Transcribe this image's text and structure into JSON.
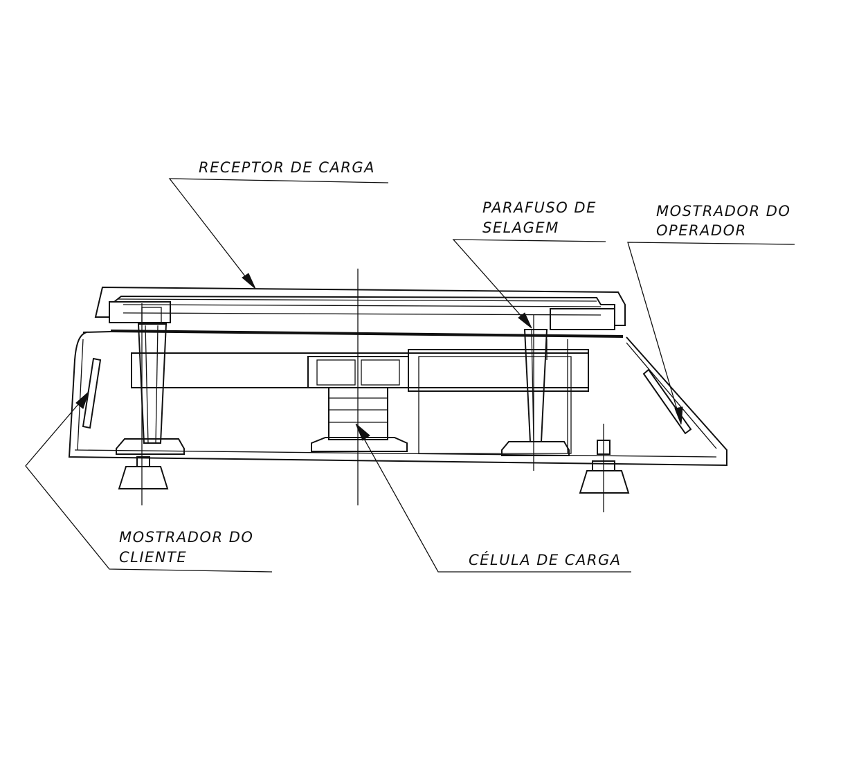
{
  "labels": {
    "receptor_de_carga": "RECEPTOR DE CARGA",
    "parafuso_de_selagem_line1": "PARAFUSO DE",
    "parafuso_de_selagem_line2": "SELAGEM",
    "mostrador_do_operador_line1": "MOSTRADOR DO",
    "mostrador_do_operador_line2": "OPERADOR",
    "mostrador_do_cliente_line1": "MOSTRADOR DO",
    "mostrador_do_cliente_line2": "CLIENTE",
    "celula_de_carga": "CÉLULA DE CARGA"
  }
}
